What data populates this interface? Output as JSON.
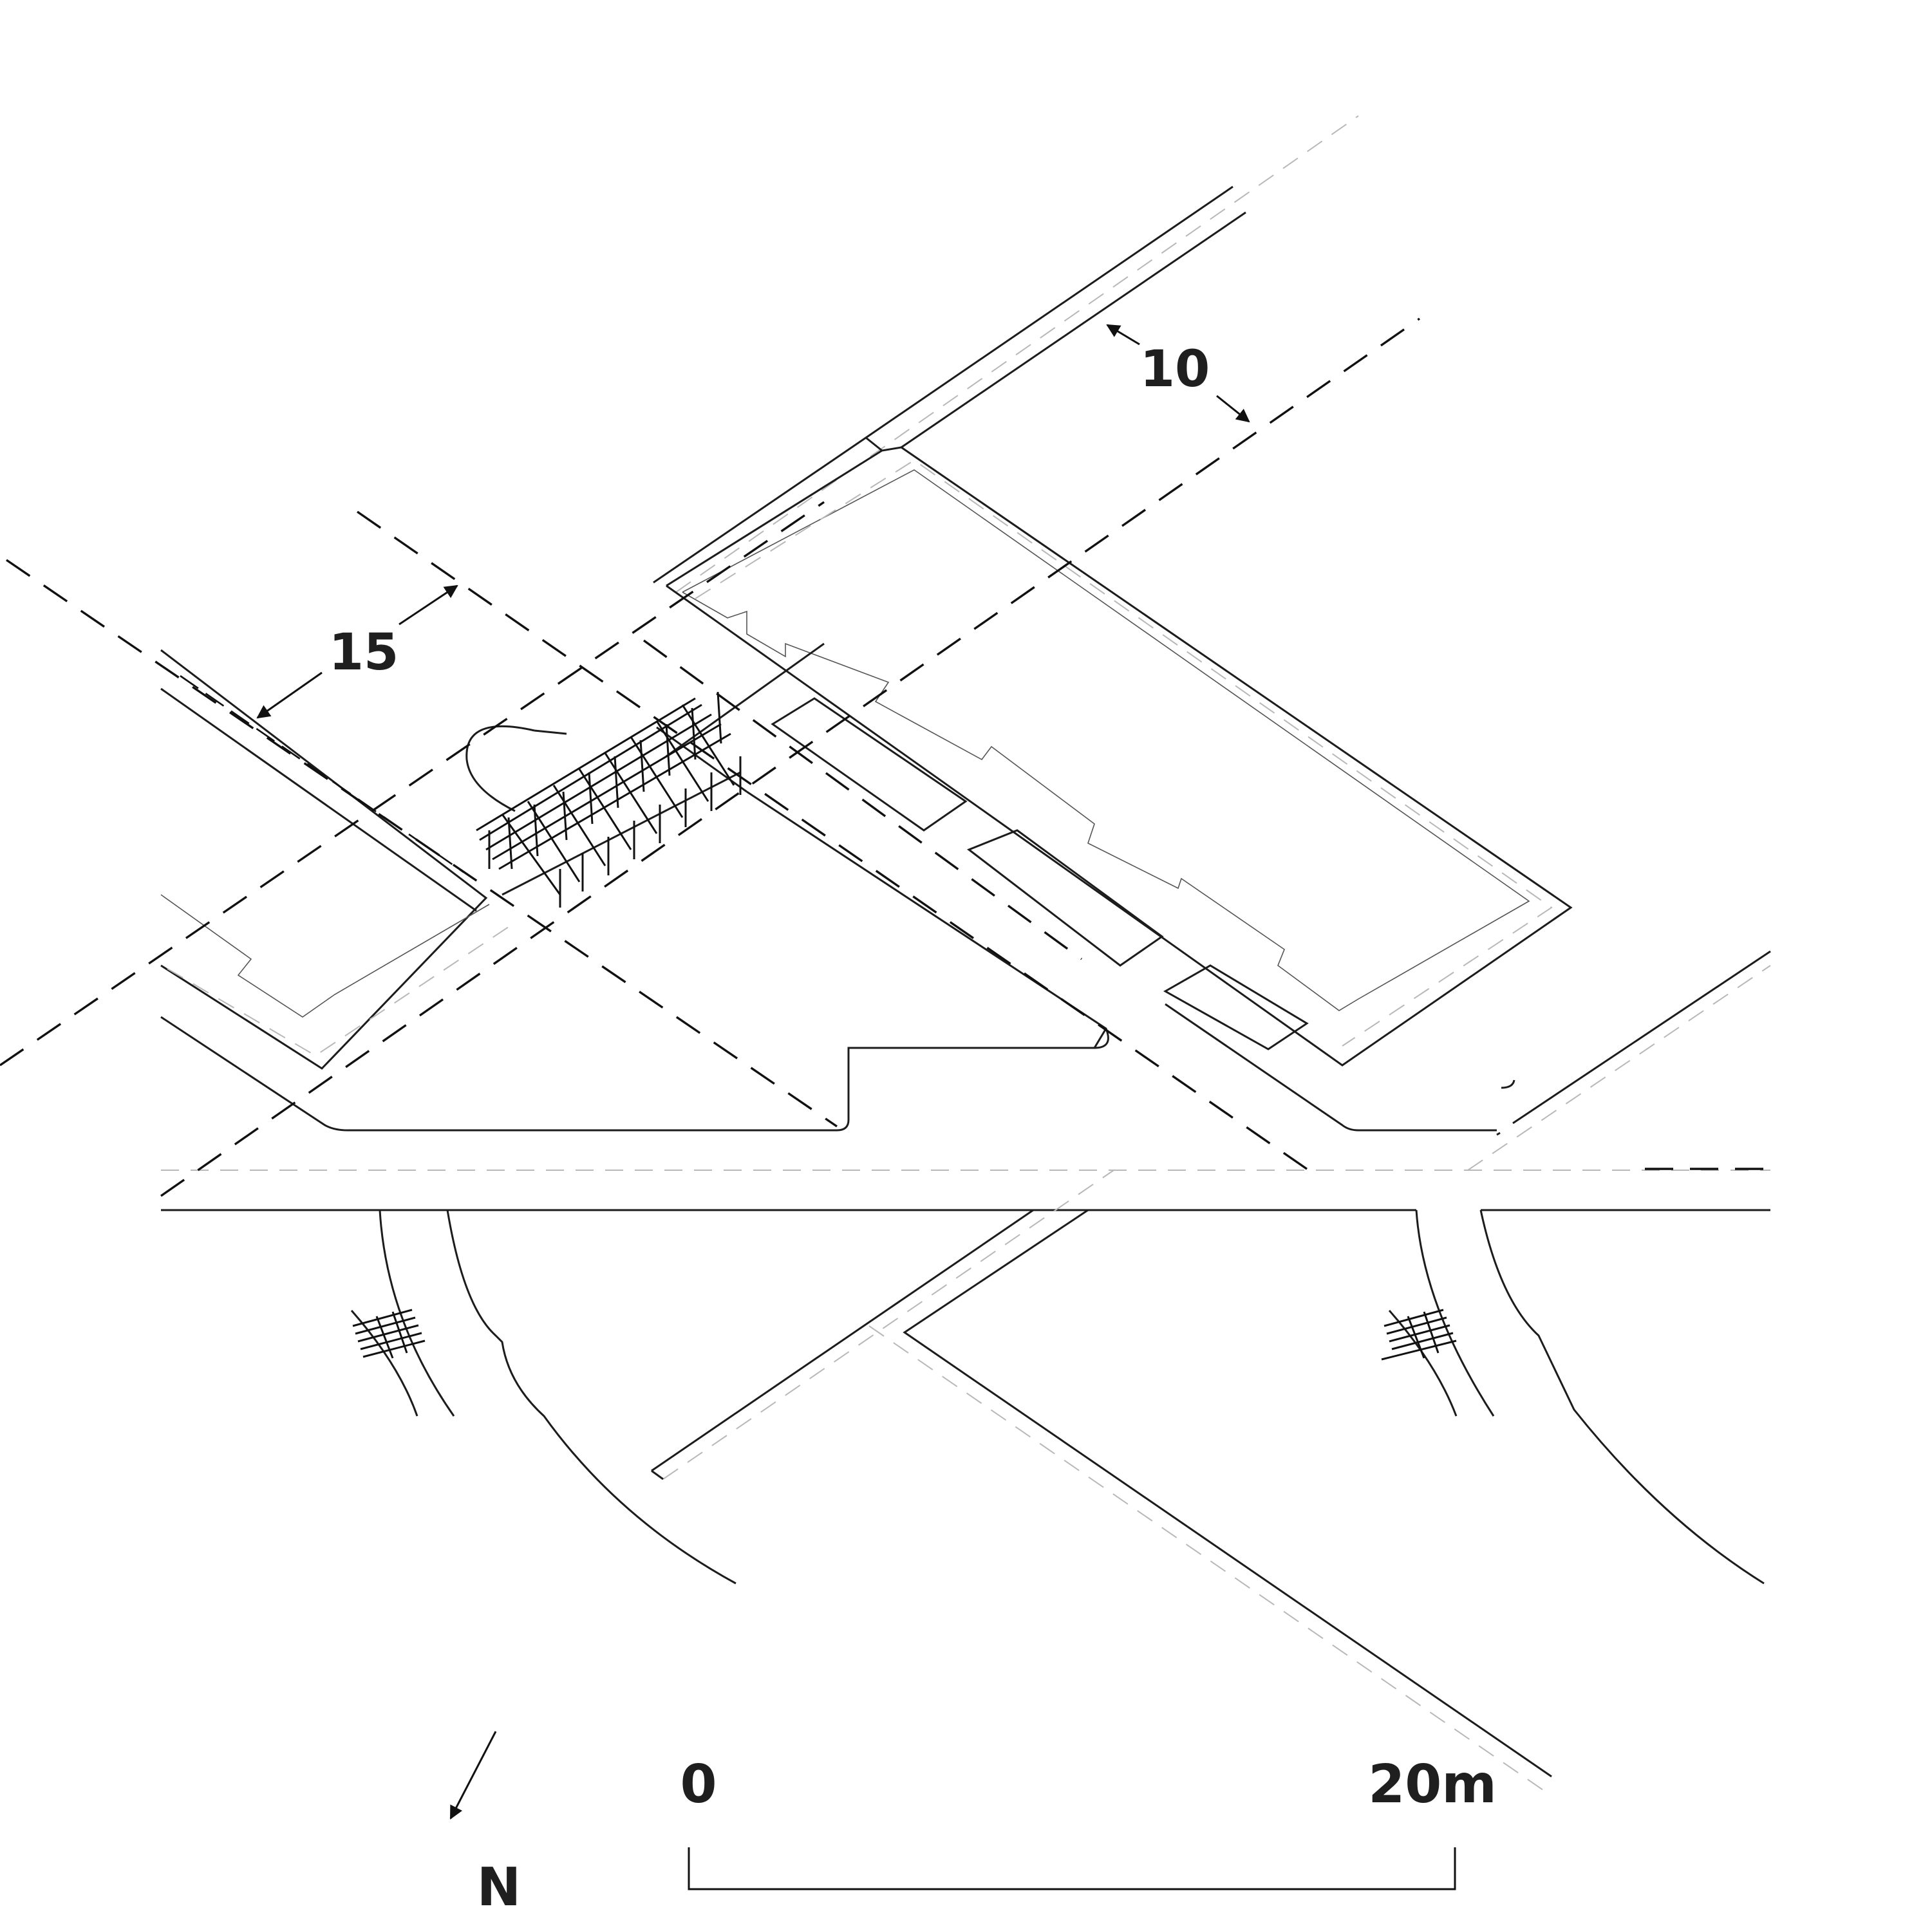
{
  "dimensions": {
    "setback_north": "10",
    "setback_west": "15"
  },
  "scale_bar": {
    "start_label": "0",
    "end_label": "20m"
  },
  "north_arrow": {
    "label": "N"
  }
}
